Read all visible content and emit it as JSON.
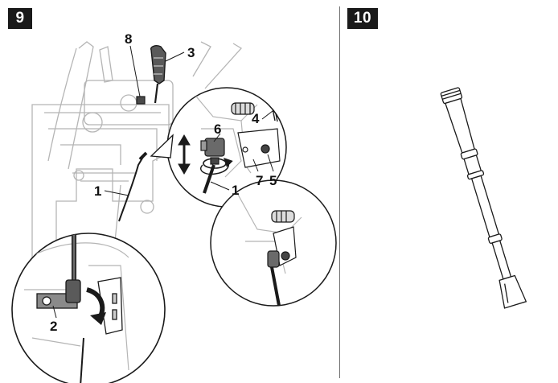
{
  "figures": [
    {
      "step": "9",
      "callouts": {
        "c1_main": "1",
        "c1_detail": "1",
        "c2": "2",
        "c3": "3",
        "c4": "4",
        "c5": "5",
        "c6": "6",
        "c7": "7",
        "c8": "8"
      }
    },
    {
      "step": "10"
    }
  ],
  "colors": {
    "line": "#1a1a1a",
    "faint": "#b5b5b5",
    "badge_bg": "#1a1a1a",
    "badge_text": "#ffffff"
  }
}
